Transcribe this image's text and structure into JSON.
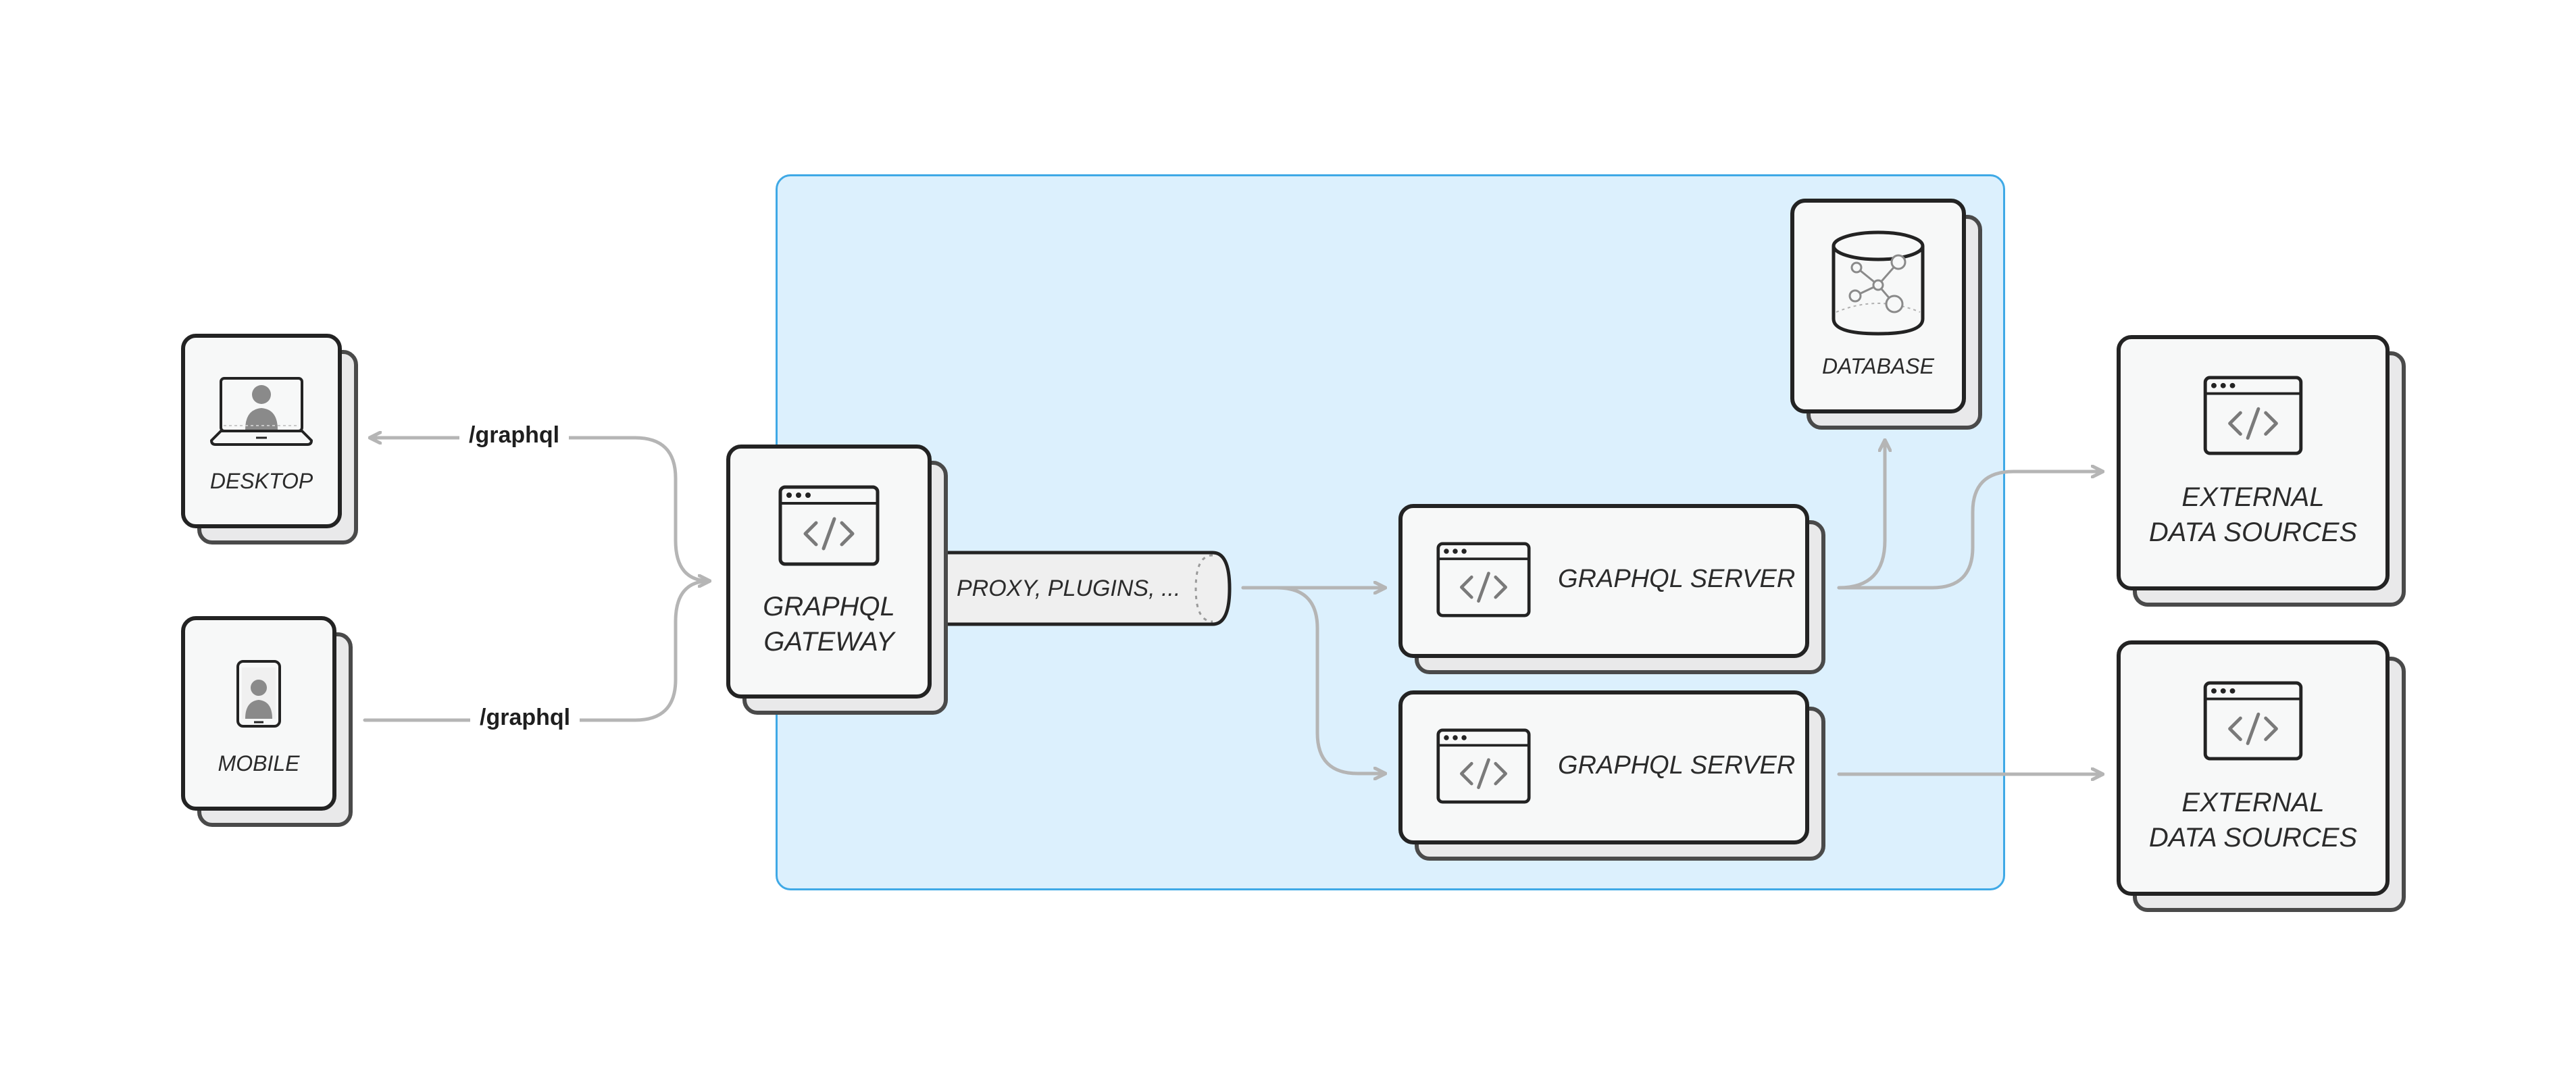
{
  "clients": {
    "desktop": {
      "label": "DESKTOP"
    },
    "mobile": {
      "label": "MOBILE"
    }
  },
  "routes": {
    "desktop_route": "/graphql",
    "mobile_route": "/graphql"
  },
  "gateway": {
    "label_line1": "GRAPHQL",
    "label_line2": "GATEWAY"
  },
  "pipe": {
    "label": "PROXY, PLUGINS, ..."
  },
  "database": {
    "label": "DATABASE"
  },
  "servers": [
    {
      "label": "GRAPHQL SERVER"
    },
    {
      "label": "GRAPHQL SERVER"
    }
  ],
  "external": [
    {
      "label_line1": "EXTERNAL",
      "label_line2": "DATA SOURCES"
    },
    {
      "label_line1": "EXTERNAL",
      "label_line2": "DATA SOURCES"
    }
  ],
  "icons": {
    "desktop": "laptop-user-icon",
    "mobile": "phone-user-icon",
    "gateway": "code-window-icon",
    "database": "database-graph-icon",
    "server": "code-window-icon",
    "external": "code-window-icon"
  },
  "colors": {
    "zone_fill": "#dcf0fd",
    "zone_border": "#3fa9e6",
    "connector": "#b5b5b5",
    "card_border": "#232323"
  }
}
